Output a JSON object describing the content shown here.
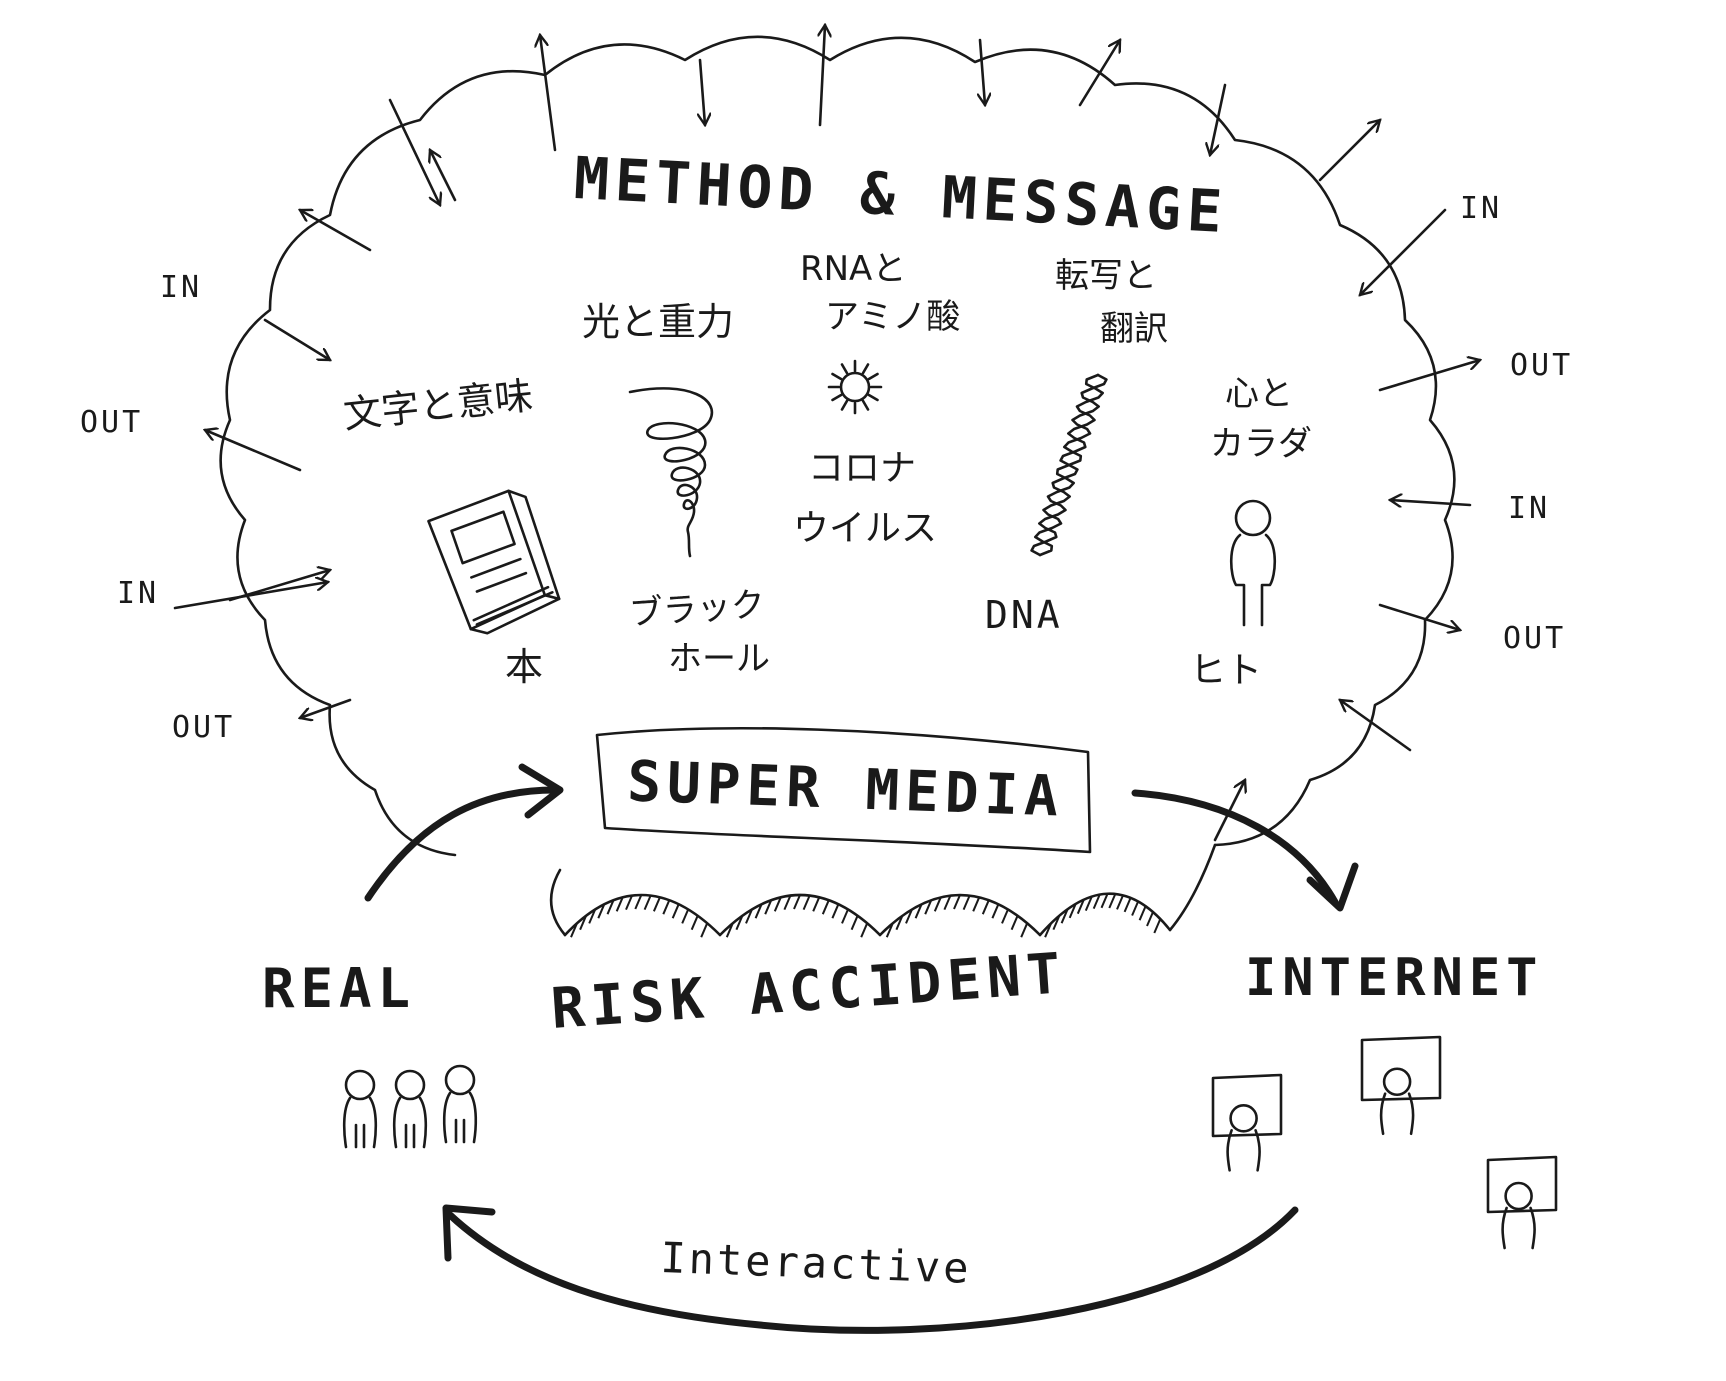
{
  "title": "METHOD & MESSAGE",
  "center_label": "SUPER MEDIA",
  "risk_label": "RISK ACCIDENT",
  "left_label": "REAL",
  "right_label": "INTERNET",
  "bottom_arrow_label": "Interactive",
  "flow_labels": {
    "left_in_1": "IN",
    "left_out_1": "OUT",
    "left_in_2": "IN",
    "left_out_2": "OUT",
    "right_in_1": "IN",
    "right_out_1": "OUT",
    "right_in_2": "IN",
    "right_out_2": "OUT"
  },
  "items": {
    "book": {
      "caption": "文字と意味",
      "label": "本"
    },
    "black_hole": {
      "caption": "光と重力",
      "label_line1": "ブラック",
      "label_line2": "ホール"
    },
    "virus": {
      "caption_line1": "RNAと",
      "caption_line2": "アミノ酸",
      "label_line1": "コロナ",
      "label_line2": "ウイルス"
    },
    "dna": {
      "caption_line1": "転写と",
      "caption_line2": "翻訳",
      "label": "DNA"
    },
    "human": {
      "caption_line1": "心と",
      "caption_line2": "カラダ",
      "label": "ヒト"
    }
  },
  "icons": [
    "book-icon",
    "spiral-icon",
    "virus-icon",
    "dna-helix-icon",
    "person-icon",
    "people-group-icon",
    "computer-user-icon"
  ],
  "colors": {
    "ink": "#1a1a1a",
    "paper": "#ffffff"
  }
}
